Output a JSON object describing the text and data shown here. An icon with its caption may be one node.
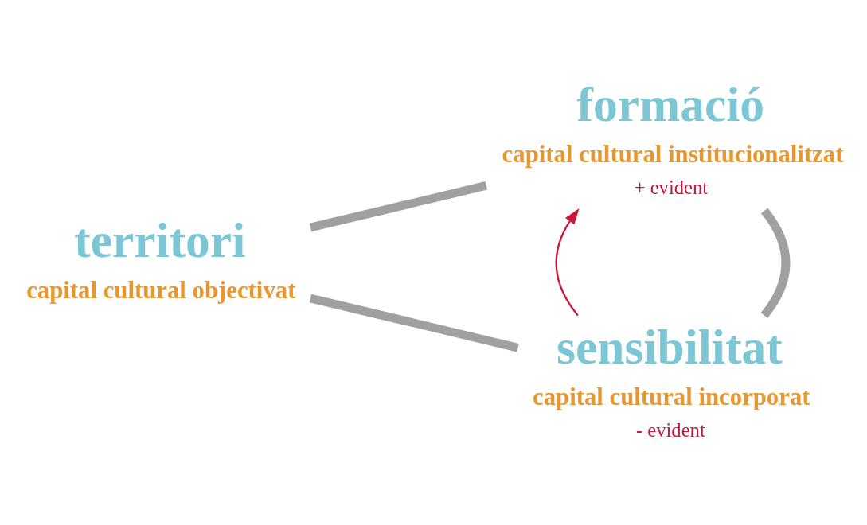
{
  "diagram": {
    "nodes": [
      {
        "text": [
          "formació",
          "capital cultural institucionalitzat"
        ],
        "beside": [
          "+ evident"
        ]
      },
      {
        "text": [
          "territori",
          "capital cultural objectivat"
        ]
      },
      {
        "text": [
          "sensibilitat",
          "capital cultural incorporat"
        ],
        "beside": [
          "- evident"
        ]
      }
    ],
    "edges": [
      {
        "from": 1,
        "to": 0,
        "arrow": "none"
      },
      {
        "from": 1,
        "to": 2,
        "arrow": "none"
      },
      {
        "from": 0,
        "to": 2,
        "arrow": "none"
      },
      {
        "from": 2,
        "to": 0,
        "arrow": "to",
        "color": "#c8173c"
      }
    ]
  }
}
